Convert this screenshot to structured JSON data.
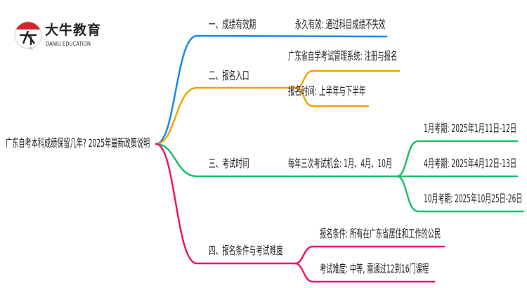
{
  "logo": {
    "cn": "大牛教育",
    "en": "DANIU EDUCATION",
    "mark": "大牛"
  },
  "root": "广东自考本科成绩保留几年? 2025年最新政策说明",
  "branches": [
    {
      "label": "一、成绩有效期",
      "color": "#1a86f5",
      "children": [
        "永久有效: 通过科目成绩不失效"
      ]
    },
    {
      "label": "二、报名入口",
      "color": "#f0a500",
      "children": [
        "广东省自学考试管理系统: 注册与报名",
        "报名时间: 上半年与下半年"
      ]
    },
    {
      "label": "三、考试时间",
      "color": "#1dbf6a",
      "children": [
        "每年三次考试机会: 1月、4月、10月"
      ],
      "grandchildren": [
        "1月考期: 2025年1月11日-12日",
        "4月考期: 2025年4月12日-13日",
        "10月考期: 2025年10月25日-26日"
      ]
    },
    {
      "label": "四、报名条件与考试难度",
      "color": "#f0146e",
      "children": [
        "报名条件: 所有在广东省居住和工作的公民",
        "考试难度: 中等, 需通过12到16门课程"
      ]
    }
  ]
}
